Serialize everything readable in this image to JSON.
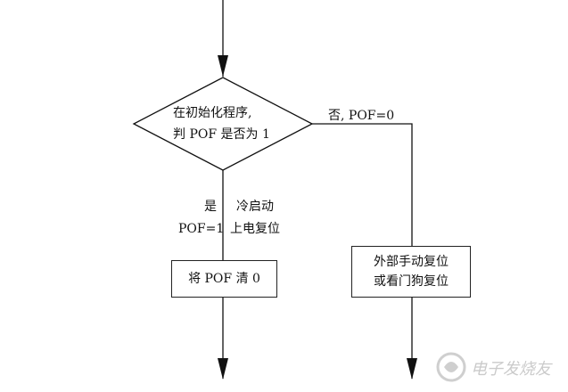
{
  "flowchart": {
    "decision": {
      "line1": "在初始化程序,",
      "line2": "判 POF 是否为 1"
    },
    "no_branch_label": "否, POF=0",
    "yes_branch": {
      "yes_word": "是",
      "pof_value": "POF=1",
      "cold_start": "冷启动",
      "power_on_reset": "上电复位"
    },
    "clear_box": "将 POF 清 0",
    "reset_box": {
      "line1": "外部手动复位",
      "line2": "或看门狗复位"
    }
  },
  "watermark": {
    "text": "电子发烧友"
  }
}
